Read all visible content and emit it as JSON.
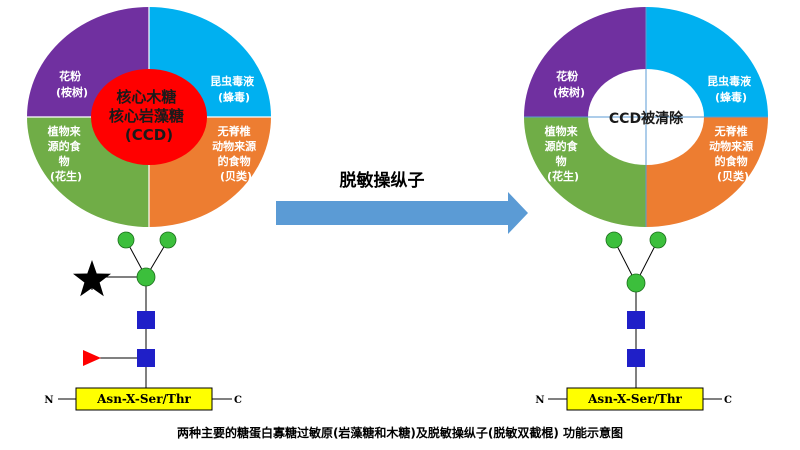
{
  "segments": {
    "pollen": [
      "花粉",
      "(桉树)"
    ],
    "insect": [
      "昆虫毒液",
      "(蜂毒)"
    ],
    "plant": [
      "植物来",
      "源的食",
      "物",
      "(花生)"
    ],
    "invertebrate": [
      "无脊椎",
      "动物来源",
      "的食物",
      "(贝类)"
    ]
  },
  "core_left": [
    "核心木糖",
    "核心岩藻糖",
    "(CCD)"
  ],
  "core_right": "CCD被清除",
  "arrow_label": "脱敏操纵子",
  "peptide": "Asn-X-Ser/Thr",
  "n_term": "N",
  "c_term": "C",
  "caption": "两种主要的糖蛋白寡糖过敏原(岩藻糖和木糖)及脱敏操纵子(脱敏双截棍) 功能示意图",
  "colors": {
    "pollen": "#7030a0",
    "insect": "#00b0f0",
    "plant": "#70ad47",
    "invertebrate": "#ed7d31",
    "core": "#ff0000",
    "arrow": "#5b9bd5",
    "galactose": "#3cbf3c",
    "glcnac": "#1f1fc8",
    "fucose": "#ff0000",
    "xylose": "#000000",
    "peptide_fill": "#ffff00"
  }
}
